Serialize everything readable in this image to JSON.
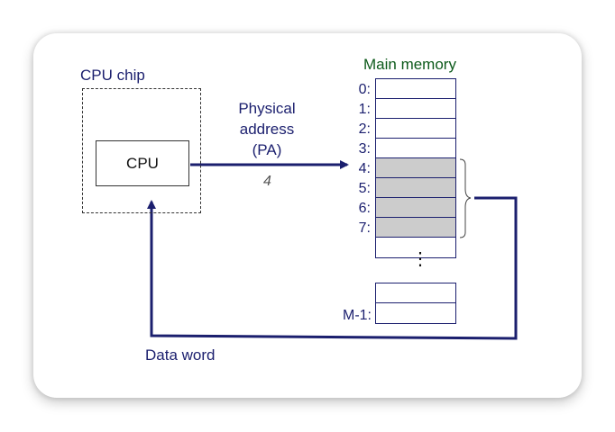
{
  "chip": {
    "label": "CPU chip",
    "cpu_label": "CPU"
  },
  "bus": {
    "address_lines": [
      "Physical",
      "address",
      "(PA)"
    ],
    "address_value": "4",
    "data_label": "Data word"
  },
  "memory": {
    "title": "Main memory",
    "upper_addresses": [
      "0:",
      "1:",
      "2:",
      "3:",
      "4:",
      "5:",
      "6:",
      "7:"
    ],
    "shaded_rows": [
      "4:",
      "5:",
      "6:",
      "7:"
    ],
    "ellipsis": "⋮",
    "last_address": "M-1:"
  },
  "colors": {
    "arrow": "#1b1f6e",
    "text_primary": "#1b1f6e",
    "memory_title": "#0d5a1b",
    "shaded_cell": "#cccccc"
  }
}
